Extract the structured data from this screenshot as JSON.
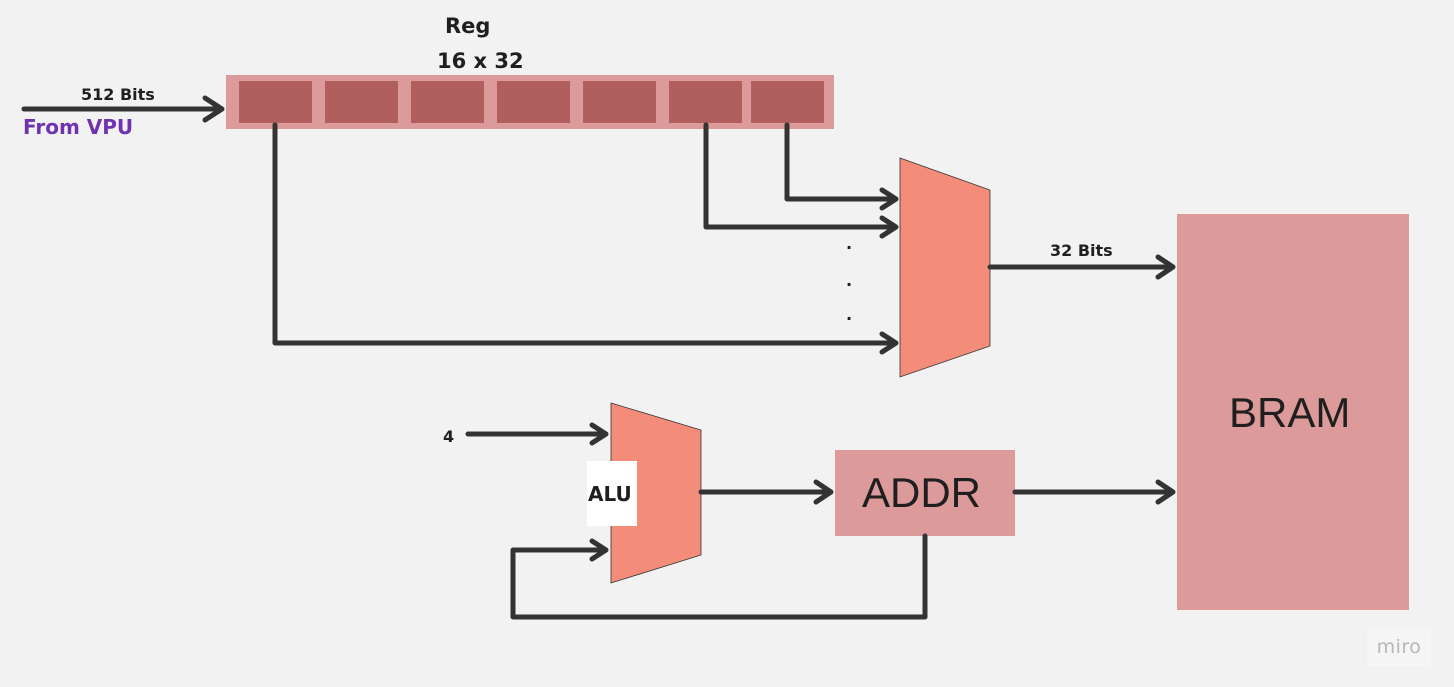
{
  "register": {
    "name": "Reg",
    "size": "16 x 32",
    "input_width": "512 Bits",
    "input_source": "From VPU",
    "visible_cells": 7
  },
  "mux": {
    "ellipsis": [
      "·",
      "·",
      "·"
    ],
    "output_width": "32 Bits"
  },
  "alu": {
    "label": "ALU",
    "increment_input": "4"
  },
  "addr": {
    "label": "ADDR"
  },
  "bram": {
    "label": "BRAM"
  },
  "watermark": "miro",
  "colors": {
    "background": "#f2f2f3",
    "register_frame": "#dc9a9a",
    "register_cell": "#b15e5e",
    "mux_fill": "#f38c78",
    "block_fill": "#dd9a9a",
    "wire": "#333333",
    "source_text": "#6f33b0"
  }
}
